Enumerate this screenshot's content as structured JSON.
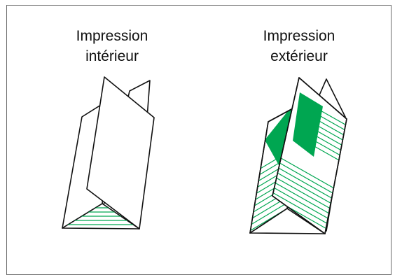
{
  "captions": {
    "inside": {
      "line1": "Impression",
      "line2": "intérieur"
    },
    "outside": {
      "line1": "Impression",
      "line2": "extérieur"
    }
  },
  "colors": {
    "print_green": "#00a651",
    "outline": "#111111",
    "frame": "#6b6b6b"
  },
  "icons": {
    "inside": "trifold-brochure-inside-print-icon",
    "outside": "trifold-brochure-outside-print-icon"
  }
}
